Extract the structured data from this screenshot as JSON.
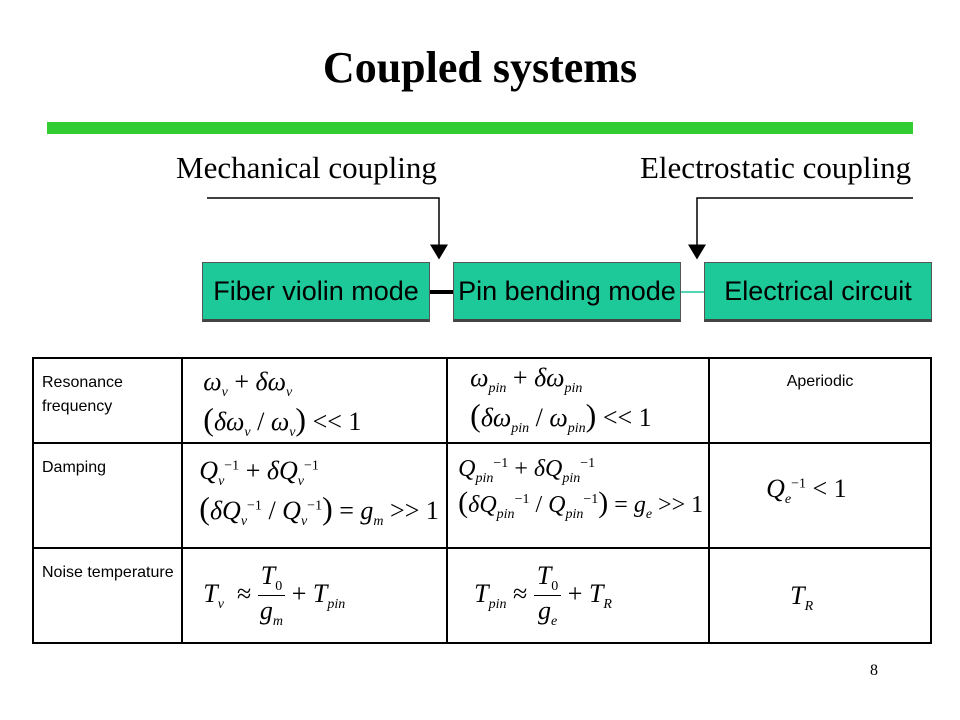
{
  "slide": {
    "title": "Coupled systems",
    "page_number": "8"
  },
  "couplings": {
    "mechanical": "Mechanical coupling",
    "electrostatic": "Electrostatic coupling"
  },
  "modes": [
    "Fiber violin mode",
    "Pin bending mode",
    "Electrical circuit"
  ],
  "table": {
    "row_labels": {
      "resonance": "Resonance frequency",
      "damping": "Damping",
      "noise": "Noise temperature"
    },
    "resonance": {
      "electrical": "Aperiodic"
    }
  },
  "colors": {
    "accent_bar": "#33cc33",
    "mode_box_fill": "#1dc998"
  }
}
